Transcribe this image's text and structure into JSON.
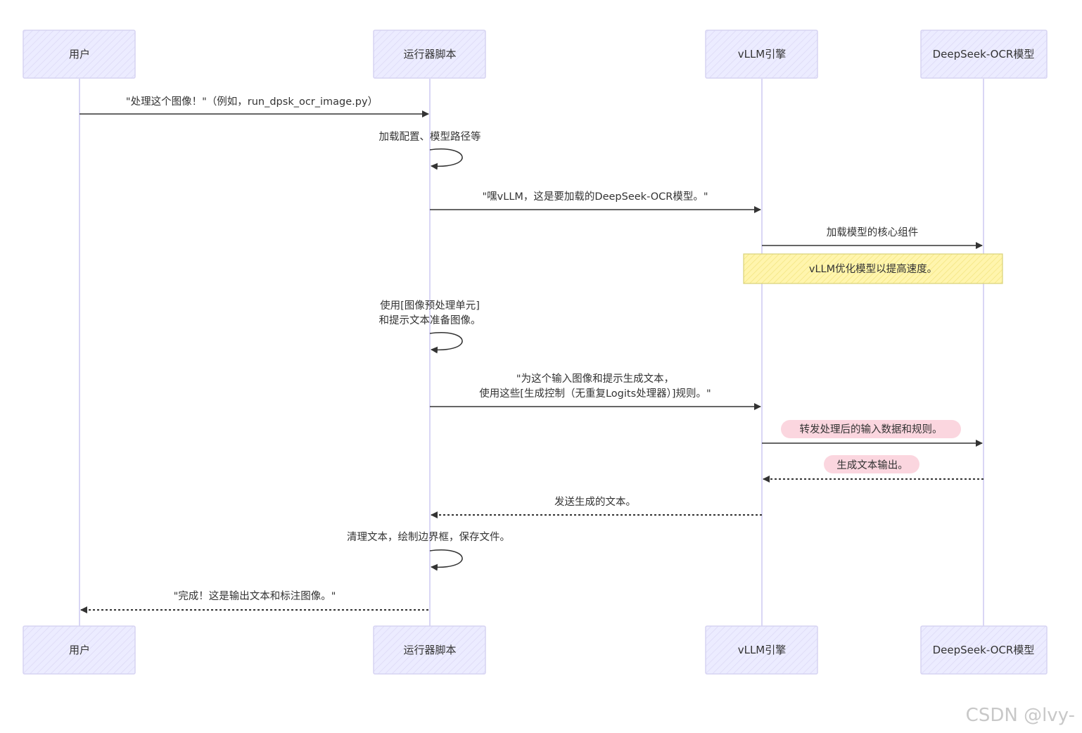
{
  "participants": [
    {
      "id": "user",
      "label": "用户"
    },
    {
      "id": "runner",
      "label": "运行器脚本"
    },
    {
      "id": "vllm",
      "label": "vLLM引擎"
    },
    {
      "id": "model",
      "label": "DeepSeek-OCR模型"
    }
  ],
  "messages": [
    {
      "id": "m1",
      "from": "user",
      "to": "runner",
      "style": "solid",
      "lines": [
        "\"处理这个图像！\"（例如，run_dpsk_ocr_image.py）"
      ]
    },
    {
      "id": "m2",
      "from": "runner",
      "to": "runner",
      "style": "self",
      "lines": [
        "加载配置、模型路径等"
      ]
    },
    {
      "id": "m3",
      "from": "runner",
      "to": "vllm",
      "style": "solid",
      "lines": [
        "\"嘿vLLM，这是要加载的DeepSeek-OCR模型。\""
      ]
    },
    {
      "id": "m4",
      "from": "vllm",
      "to": "model",
      "style": "solid",
      "lines": [
        "加载模型的核心组件"
      ]
    },
    {
      "id": "m5",
      "from": "runner",
      "to": "runner",
      "style": "self",
      "lines": [
        "使用[图像预处理单元]",
        "和提示文本准备图像。"
      ]
    },
    {
      "id": "m6",
      "from": "runner",
      "to": "vllm",
      "style": "solid",
      "lines": [
        "\"为这个输入图像和提示生成文本，",
        "使用这些[生成控制（无重复Logits处理器）]规则。\""
      ]
    },
    {
      "id": "m7",
      "from": "vllm",
      "to": "model",
      "style": "solid",
      "highlight": true,
      "lines": [
        "转发处理后的输入数据和规则。"
      ]
    },
    {
      "id": "m8",
      "from": "model",
      "to": "vllm",
      "style": "dashed",
      "highlight": true,
      "lines": [
        "生成文本输出。"
      ]
    },
    {
      "id": "m9",
      "from": "vllm",
      "to": "runner",
      "style": "dashed",
      "lines": [
        "发送生成的文本。"
      ]
    },
    {
      "id": "m10",
      "from": "runner",
      "to": "runner",
      "style": "self",
      "lines": [
        "清理文本，绘制边界框，保存文件。"
      ]
    },
    {
      "id": "m11",
      "from": "runner",
      "to": "user",
      "style": "dashed",
      "lines": [
        "\"完成！这是输出文本和标注图像。\""
      ]
    }
  ],
  "note": {
    "text": "vLLM优化模型以提高速度。",
    "over": [
      "vllm",
      "model"
    ]
  },
  "watermark": "CSDN @lvy-",
  "colors": {
    "actor_fill": "#ececff",
    "actor_stroke": "#d6d3f2",
    "lifeline": "#d9d6f5",
    "arrow": "#333333",
    "note_fill": "#fff5ad",
    "note_stroke": "#d8d27a",
    "highlight_pill": "#fbd6df",
    "text": "#333333"
  }
}
